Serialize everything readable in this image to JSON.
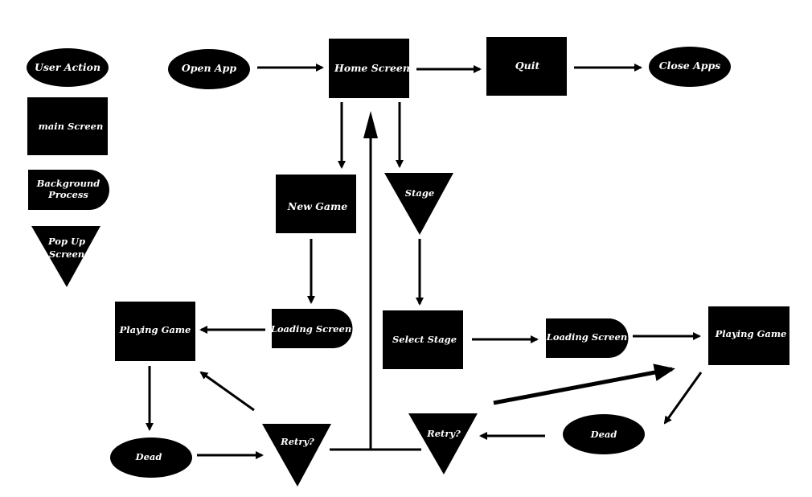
{
  "legend": {
    "user_action": "User Action",
    "main_screen": "main Screen",
    "background_process_line1": "Background",
    "background_process_line2": "Process",
    "popup_line1": "Pop Up",
    "popup_line2": "Screen"
  },
  "nodes": {
    "open_app": "Open App",
    "home_screen": "Home Screen",
    "quit": "Quit",
    "close_apps": "Close Apps",
    "new_game": "New Game",
    "stage": "Stage",
    "loading_screen_left": "Loading Screen",
    "playing_game_left": "Playing Game",
    "select_stage": "Select Stage",
    "loading_screen_right": "Loading Screen",
    "playing_game_right": "Playing Game",
    "dead_left": "Dead",
    "retry_left": "Retry?",
    "retry_right": "Retry?",
    "dead_right": "Dead"
  },
  "colors": {
    "shape_fill": "#000000",
    "text": "#ffffff",
    "background": "#ffffff"
  }
}
